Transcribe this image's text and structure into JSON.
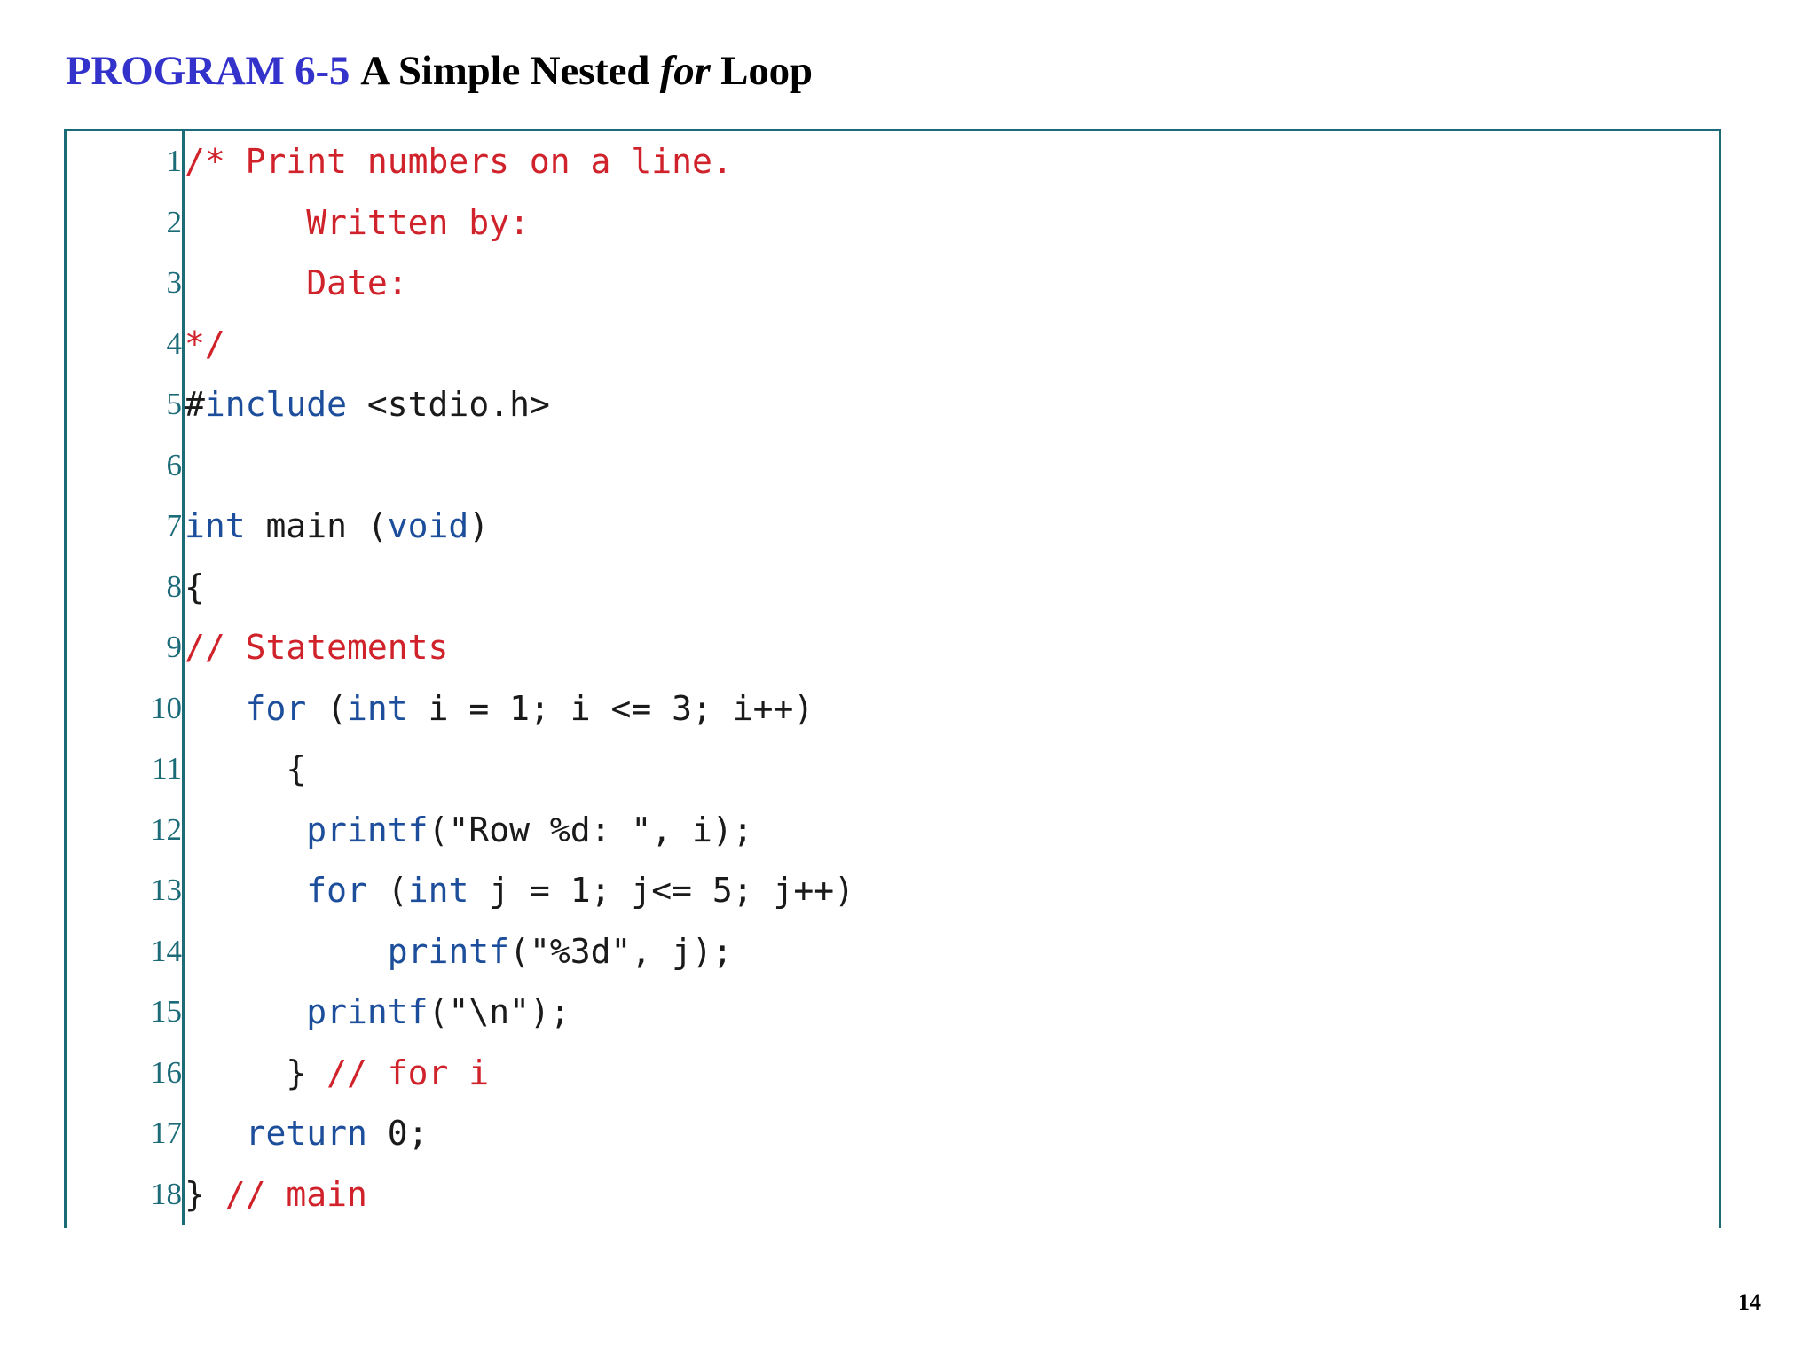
{
  "slide": {
    "program_label": "PROGRAM 6-5",
    "title_before": "A Simple Nested ",
    "title_keyword": "for",
    "title_after": " Loop",
    "page_number": "14"
  },
  "colors": {
    "program_label": "#3333cc",
    "title": "#000000",
    "frame_border": "#1c6b79",
    "line_number": "#1c6b79",
    "comment": "#d0222b",
    "keyword": "#1d4e9c",
    "plain_code": "#1a1a1a",
    "background": "#ffffff"
  },
  "code": {
    "language": "c",
    "lines": [
      {
        "n": "1",
        "tokens": [
          {
            "t": "/* Print numbers on a line.",
            "c": "cmt"
          }
        ]
      },
      {
        "n": "2",
        "tokens": [
          {
            "t": "      Written by:",
            "c": "cmt"
          }
        ]
      },
      {
        "n": "3",
        "tokens": [
          {
            "t": "      Date:",
            "c": "cmt"
          }
        ]
      },
      {
        "n": "4",
        "tokens": [
          {
            "t": "*/",
            "c": "cmt"
          }
        ]
      },
      {
        "n": "5",
        "tokens": [
          {
            "t": "#",
            "c": "plain"
          },
          {
            "t": "include",
            "c": "kw"
          },
          {
            "t": " <stdio.h>",
            "c": "plain"
          }
        ]
      },
      {
        "n": "6",
        "tokens": [
          {
            "t": "",
            "c": "plain"
          }
        ]
      },
      {
        "n": "7",
        "tokens": [
          {
            "t": "int",
            "c": "kw"
          },
          {
            "t": " main (",
            "c": "plain"
          },
          {
            "t": "void",
            "c": "kw"
          },
          {
            "t": ")",
            "c": "plain"
          }
        ]
      },
      {
        "n": "8",
        "tokens": [
          {
            "t": "{",
            "c": "plain"
          }
        ]
      },
      {
        "n": "9",
        "tokens": [
          {
            "t": "// Statements",
            "c": "cmt"
          }
        ]
      },
      {
        "n": "10",
        "tokens": [
          {
            "t": "   ",
            "c": "plain"
          },
          {
            "t": "for",
            "c": "kw"
          },
          {
            "t": " (",
            "c": "plain"
          },
          {
            "t": "int",
            "c": "kw"
          },
          {
            "t": " i = 1; i <= 3; i++)",
            "c": "plain"
          }
        ]
      },
      {
        "n": "11",
        "tokens": [
          {
            "t": "     {",
            "c": "plain"
          }
        ]
      },
      {
        "n": "12",
        "tokens": [
          {
            "t": "      ",
            "c": "plain"
          },
          {
            "t": "printf",
            "c": "kw"
          },
          {
            "t": "(\"Row %d: \", i);",
            "c": "plain"
          }
        ]
      },
      {
        "n": "13",
        "tokens": [
          {
            "t": "      ",
            "c": "plain"
          },
          {
            "t": "for",
            "c": "kw"
          },
          {
            "t": " (",
            "c": "plain"
          },
          {
            "t": "int",
            "c": "kw"
          },
          {
            "t": " j = 1; j<= 5; j++)",
            "c": "plain"
          }
        ]
      },
      {
        "n": "14",
        "tokens": [
          {
            "t": "          ",
            "c": "plain"
          },
          {
            "t": "printf",
            "c": "kw"
          },
          {
            "t": "(\"%3d\", j);",
            "c": "plain"
          }
        ]
      },
      {
        "n": "15",
        "tokens": [
          {
            "t": "      ",
            "c": "plain"
          },
          {
            "t": "printf",
            "c": "kw"
          },
          {
            "t": "(\"\\n\");",
            "c": "plain"
          }
        ]
      },
      {
        "n": "16",
        "tokens": [
          {
            "t": "     } ",
            "c": "plain"
          },
          {
            "t": "// for i",
            "c": "cmt"
          }
        ]
      },
      {
        "n": "17",
        "tokens": [
          {
            "t": "   ",
            "c": "plain"
          },
          {
            "t": "return",
            "c": "kw"
          },
          {
            "t": " 0;",
            "c": "plain"
          }
        ]
      },
      {
        "n": "18",
        "tokens": [
          {
            "t": "} ",
            "c": "plain"
          },
          {
            "t": "// main",
            "c": "cmt"
          }
        ]
      }
    ]
  }
}
